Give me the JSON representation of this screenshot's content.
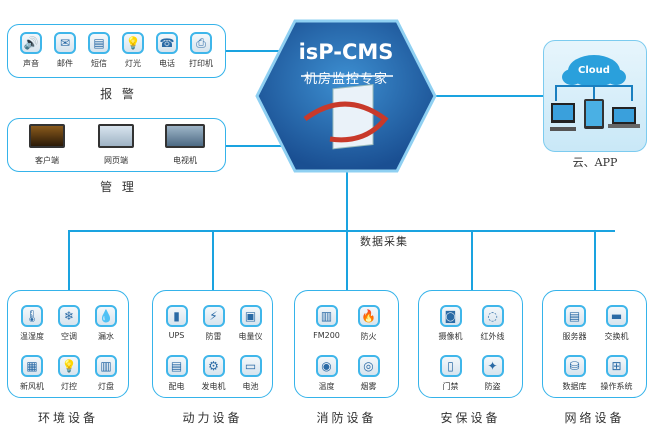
{
  "center": {
    "title": "isP-CMS",
    "subtitle": "机房监控专家"
  },
  "alarm": {
    "caption": "报 警",
    "items": [
      {
        "label": "声音",
        "icon": "speaker-icon",
        "glyph": "🔊"
      },
      {
        "label": "邮件",
        "icon": "mail-icon",
        "glyph": "✉"
      },
      {
        "label": "短信",
        "icon": "sms-icon",
        "glyph": "▤"
      },
      {
        "label": "灯光",
        "icon": "lightbulb-icon",
        "glyph": "💡"
      },
      {
        "label": "电话",
        "icon": "phone-icon",
        "glyph": "☎"
      },
      {
        "label": "打印机",
        "icon": "printer-icon",
        "glyph": "⎙"
      }
    ]
  },
  "management": {
    "caption": "管 理",
    "items": [
      {
        "label": "客户端",
        "icon": "laptop-icon"
      },
      {
        "label": "网页端",
        "icon": "laptop-icon"
      },
      {
        "label": "电视机",
        "icon": "tv-icon"
      }
    ]
  },
  "cloud": {
    "label": "Cloud",
    "caption": "云、APP"
  },
  "collection": {
    "label": "数据采集"
  },
  "groups": [
    {
      "caption": "环境设备",
      "items": [
        [
          "温湿度",
          "🌡"
        ],
        [
          "空调",
          "❄"
        ],
        [
          "漏水",
          "💧"
        ],
        [
          "新风机",
          "▦"
        ],
        [
          "灯控",
          "💡"
        ],
        [
          "灯盘",
          "▥"
        ]
      ]
    },
    {
      "caption": "动力设备",
      "items": [
        [
          "UPS",
          "▮"
        ],
        [
          "防雷",
          "⚡"
        ],
        [
          "电量仪",
          "▣"
        ],
        [
          "配电",
          "▤"
        ],
        [
          "发电机",
          "⚙"
        ],
        [
          "电池",
          "▭"
        ]
      ]
    },
    {
      "caption": "消防设备",
      "items": [
        [
          "FM200",
          "▥"
        ],
        [
          "防火",
          "🔥"
        ],
        [
          "温度",
          "◉"
        ],
        [
          "烟雾",
          "◎"
        ]
      ]
    },
    {
      "caption": "安保设备",
      "items": [
        [
          "摄像机",
          "◙"
        ],
        [
          "红外线",
          "◌"
        ],
        [
          "门禁",
          "▯"
        ],
        [
          "防盗",
          "✦"
        ]
      ]
    },
    {
      "caption": "网络设备",
      "items": [
        [
          "服务器",
          "▤"
        ],
        [
          "交换机",
          "▬"
        ],
        [
          "数据库",
          "⛁"
        ],
        [
          "操作系统",
          "⊞"
        ]
      ]
    }
  ],
  "colors": {
    "accent": "#1aa3e0",
    "hex": "#1f5fa3"
  }
}
